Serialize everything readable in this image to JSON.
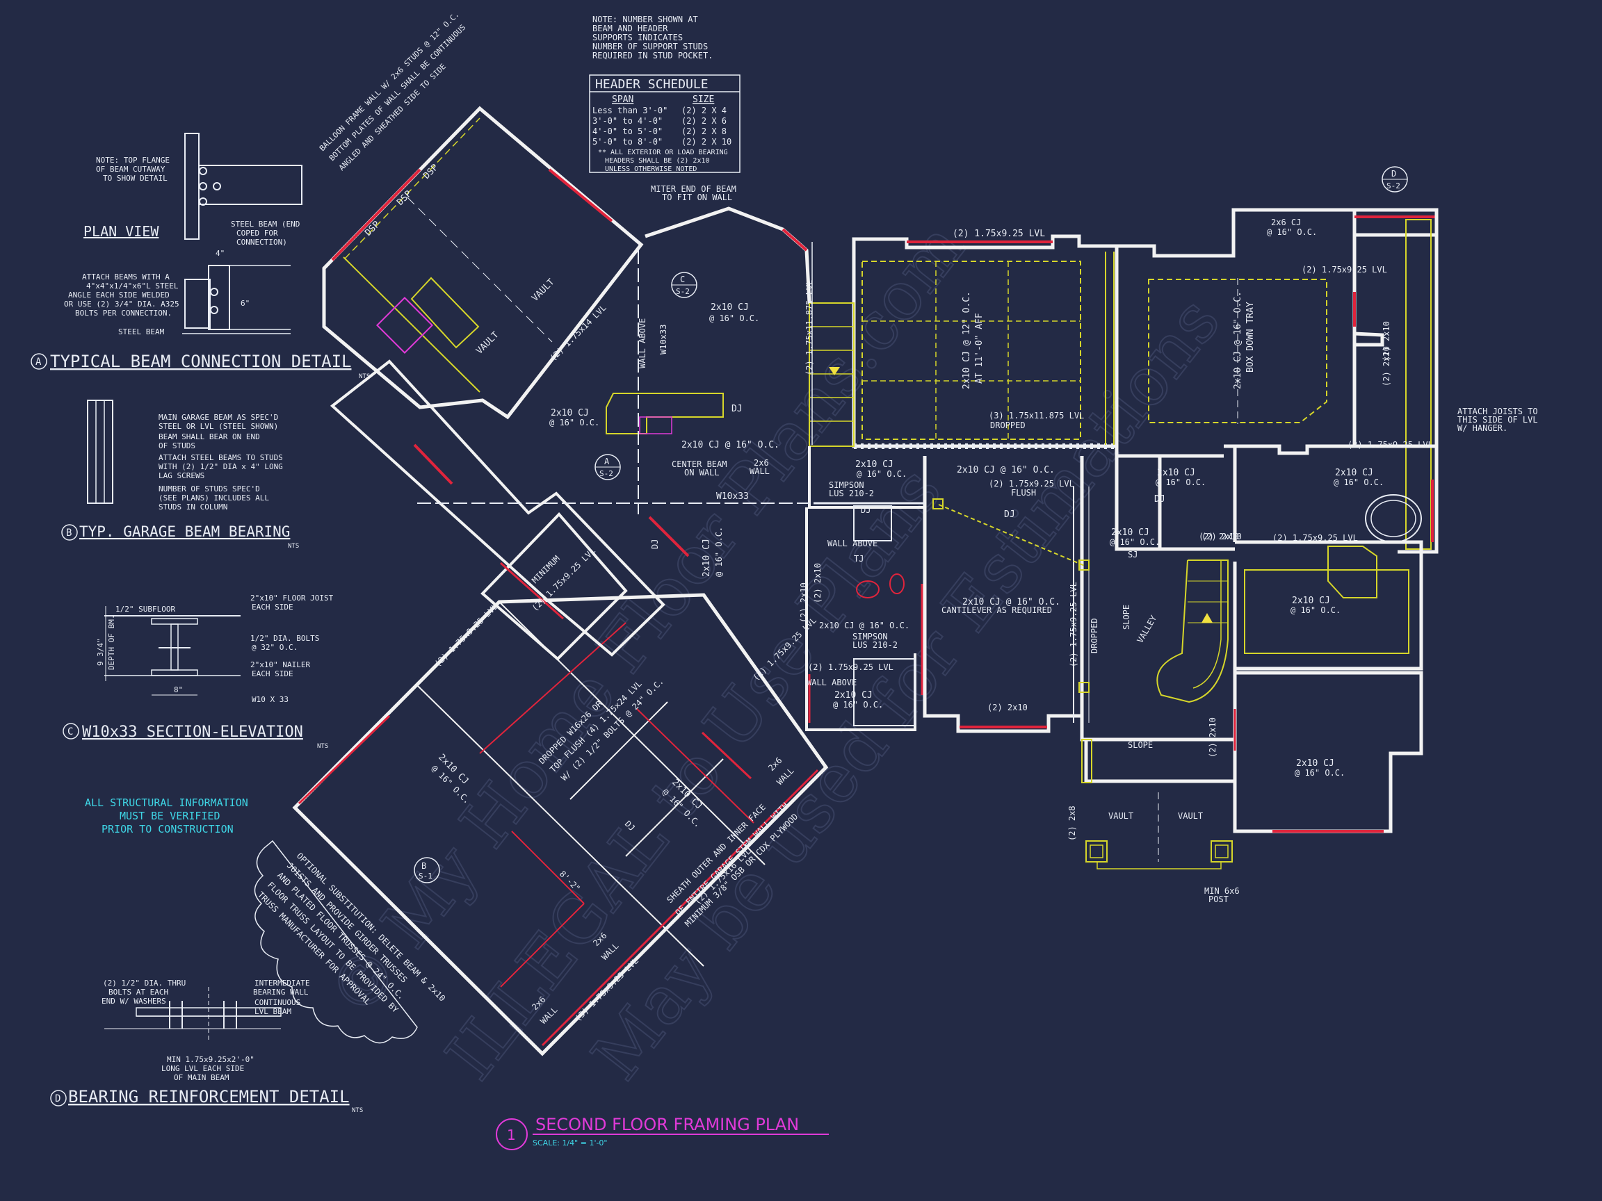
{
  "colors": {
    "background": "#232a45",
    "wall": "#f2f2f2",
    "structural_red": "#e0243c",
    "dropped_yellow": "#d6d62a",
    "title_magenta": "#e03ad8",
    "note_cyan": "#3fd6e6"
  },
  "notes": {
    "support_studs": [
      "NOTE: NUMBER SHOWN AT",
      "BEAM AND HEADER",
      "SUPPORTS INDICATES",
      "NUMBER OF SUPPORT STUDS",
      "REQUIRED IN STUD POCKET."
    ],
    "structural_verify": [
      "ALL STRUCTURAL INFORMATION",
      "MUST BE VERIFIED",
      "PRIOR TO CONSTRUCTION"
    ],
    "balloon": [
      "BALLOON FRAME WALL W/ 2x6 STUDS @ 12\" O.C.",
      "BOTTOM PLATES OF WALL SHALL BE CONTINUOUS",
      "ANGLED AND SHEATHED SIDE TO SIDE"
    ],
    "substitution": [
      "OPTIONAL SUBSTITUTION: DELETE BEAM & 2x10",
      "JOISTS AND PROVIDE GIRDER TRUSSES",
      "AND PLATED FLOOR TRUSSES @ 24\" O.C.",
      "FLOOR TRUSS LAYOUT TO BE PROVIDED BY",
      "TRUSS MANUFACTURER FOR APPROVAL"
    ],
    "sheath": [
      "SHEATH OUTER AND INNER FACE",
      "OF ENTIRE GARAGE STEM WALL WITH",
      "MINIMUM 3/8\" OSB OR CDX PLYWOOD"
    ]
  },
  "header_schedule": {
    "title": "HEADER SCHEDULE",
    "col_span": "SPAN",
    "col_size": "SIZE",
    "rows": [
      {
        "span": "Less than 3'-0\"",
        "size": "(2) 2 X 4"
      },
      {
        "span": "3'-0\" to 4'-0\"",
        "size": "(2) 2 X 6"
      },
      {
        "span": "4'-0\" to 5'-0\"",
        "size": "(2) 2 X 8"
      },
      {
        "span": "5'-0\" to 8'-0\"",
        "size": "(2) 2 X 10"
      }
    ],
    "footnote": [
      "** ALL EXTERIOR OR LOAD BEARING",
      "HEADERS SHALL BE (2) 2x10",
      "UNLESS OTHERWISE NOTED"
    ]
  },
  "details": {
    "a": {
      "letter": "A",
      "title": "TYPICAL BEAM CONNECTION DETAIL",
      "scale": "NTS"
    },
    "b": {
      "letter": "B",
      "title": "TYP. GARAGE BEAM BEARING",
      "scale": "NTS"
    },
    "c": {
      "letter": "C",
      "title": "W10x33 SECTION-ELEVATION",
      "scale": "NTS"
    },
    "d": {
      "letter": "D",
      "title": "BEARING REINFORCEMENT DETAIL",
      "scale": "NTS"
    }
  },
  "detail_a_labels": {
    "top_flange": [
      "NOTE: TOP FLANGE",
      "OF BEAM CUTAWAY",
      "TO SHOW DETAIL"
    ],
    "plan_view": "PLAN VIEW",
    "steel_beam_end": [
      "STEEL BEAM (END",
      "COPED FOR",
      "CONNECTION)"
    ],
    "attach_beams": [
      "ATTACH BEAMS WITH A",
      "4\"x4\"x1/4\"x6\"L STEEL",
      "ANGLE EACH SIDE WELDED",
      "OR USE (2) 3/4\" DIA. A325",
      "BOLTS PER CONNECTION."
    ],
    "steel_beam": "STEEL BEAM",
    "dim_4": "4\"",
    "dim_6": "6\""
  },
  "detail_b_labels": [
    [
      "MAIN GARAGE BEAM AS SPEC'D",
      "STEEL OR LVL (STEEL SHOWN)"
    ],
    [
      "BEAM SHALL BEAR ON END",
      "OF STUDS"
    ],
    [
      "ATTACH STEEL BEAMS TO STUDS",
      "WITH (2) 1/2\" DIA x 4\" LONG",
      "LAG SCREWS"
    ],
    [
      "NUMBER OF STUDS SPEC'D",
      "(SEE PLANS) INCLUDES ALL",
      "STUDS IN COLUMN"
    ]
  ],
  "detail_c_labels": {
    "subfloor": "1/2\" SUBFLOOR",
    "joist": [
      "2\"x10\" FLOOR JOIST",
      "EACH SIDE"
    ],
    "bolts": [
      "1/2\" DIA. BOLTS",
      "@ 32\" O.C."
    ],
    "nailer": [
      "2\"x10\" NAILER",
      "EACH SIDE"
    ],
    "beam": "W10 X 33",
    "depth": "9 3/4\"",
    "depth_label": "DEPTH OF BM.",
    "width": "8\""
  },
  "detail_d_labels": {
    "bolts": [
      "(2) 1/2\" DIA. THRU",
      "BOLTS AT EACH",
      "END W/ WASHERS"
    ],
    "wall": [
      "INTERMEDIATE",
      "BEARING WALL"
    ],
    "lvl": [
      "CONTINUOUS",
      "LVL BEAM"
    ],
    "min": [
      "MIN 1.75x9.25x2'-0\"",
      "LONG LVL EACH SIDE",
      "OF MAIN BEAM"
    ]
  },
  "plan_labels": {
    "dsp": "DSP",
    "vault": "VAULT",
    "lvl_175x14": "(2) 1.75x14 LVL",
    "wall_above": "WALL ABOVE",
    "w10x33": "W10x33",
    "cj_2x10": "2x10 CJ",
    "cj_spacing": "@ 16\" O.C.",
    "cj_line": "2x10 CJ @ 16\" O.C.",
    "dj": "DJ",
    "sj": "SJ",
    "tj": "TJ",
    "lvl_925": "(2) 1.75x9.25 LVL",
    "lvl_11875": "(2) 1.75x11.875 LVL",
    "lvl_3_11875": "(3) 1.75x11.875 LVL",
    "dropped": "DROPPED",
    "center_beam": [
      "CENTER BEAM",
      "ON WALL"
    ],
    "wall_2x6": [
      "2x6",
      "WALL"
    ],
    "simpson": [
      "SIMPSON",
      "LUS 210-2"
    ],
    "cantilever": [
      "2x10 CJ @ 16\" O.C.",
      "CANTILEVER AS REQUIRED"
    ],
    "flush": [
      "(2) 1.75x9.25 LVL",
      "FLUSH"
    ],
    "box_tray": [
      "2x10 CJ @ 16\" O.C.",
      "BOX DOWN TRAY"
    ],
    "cj_12": [
      "2x10 CJ @ 12\" O.C.",
      "AT 11'-0\" AFF"
    ],
    "cj_2x6": "2x6 CJ",
    "attach_joists": [
      "ATTACH JOISTS TO",
      "THIS SIDE OF LVL",
      "W/ HANGER."
    ],
    "miter": [
      "MITER END OF BEAM",
      "TO FIT ON WALL"
    ],
    "slope": "SLOPE",
    "valley": "VALLEY",
    "min_post": [
      "MIN 6x6",
      "POST"
    ],
    "minimum": [
      "MINIMUM",
      "(2) 1.75x9.25 LVL"
    ],
    "dropped_garage": [
      "DROPPED W16x26 OR",
      "TOP FLUSH (4) 1.75x24 LVL",
      "W/ (2) 1/2\" BOLTS @ 24\" O.C."
    ],
    "lvl_175x16": "(2) 1.75x16 LVL",
    "lvl_3_925": "(3) 1.75x9.25 LVL",
    "two_2x10": "(2) 2x10",
    "two_2x8": "(2) 2x8",
    "dim_8_2": "8'-2\"",
    "sheet_s2": "S-2",
    "sheet_s1": "S-1"
  },
  "title_block": {
    "number": "1",
    "title": "SECOND FLOOR FRAMING PLAN",
    "scale": "SCALE: 1/4\" = 1'-0\""
  }
}
